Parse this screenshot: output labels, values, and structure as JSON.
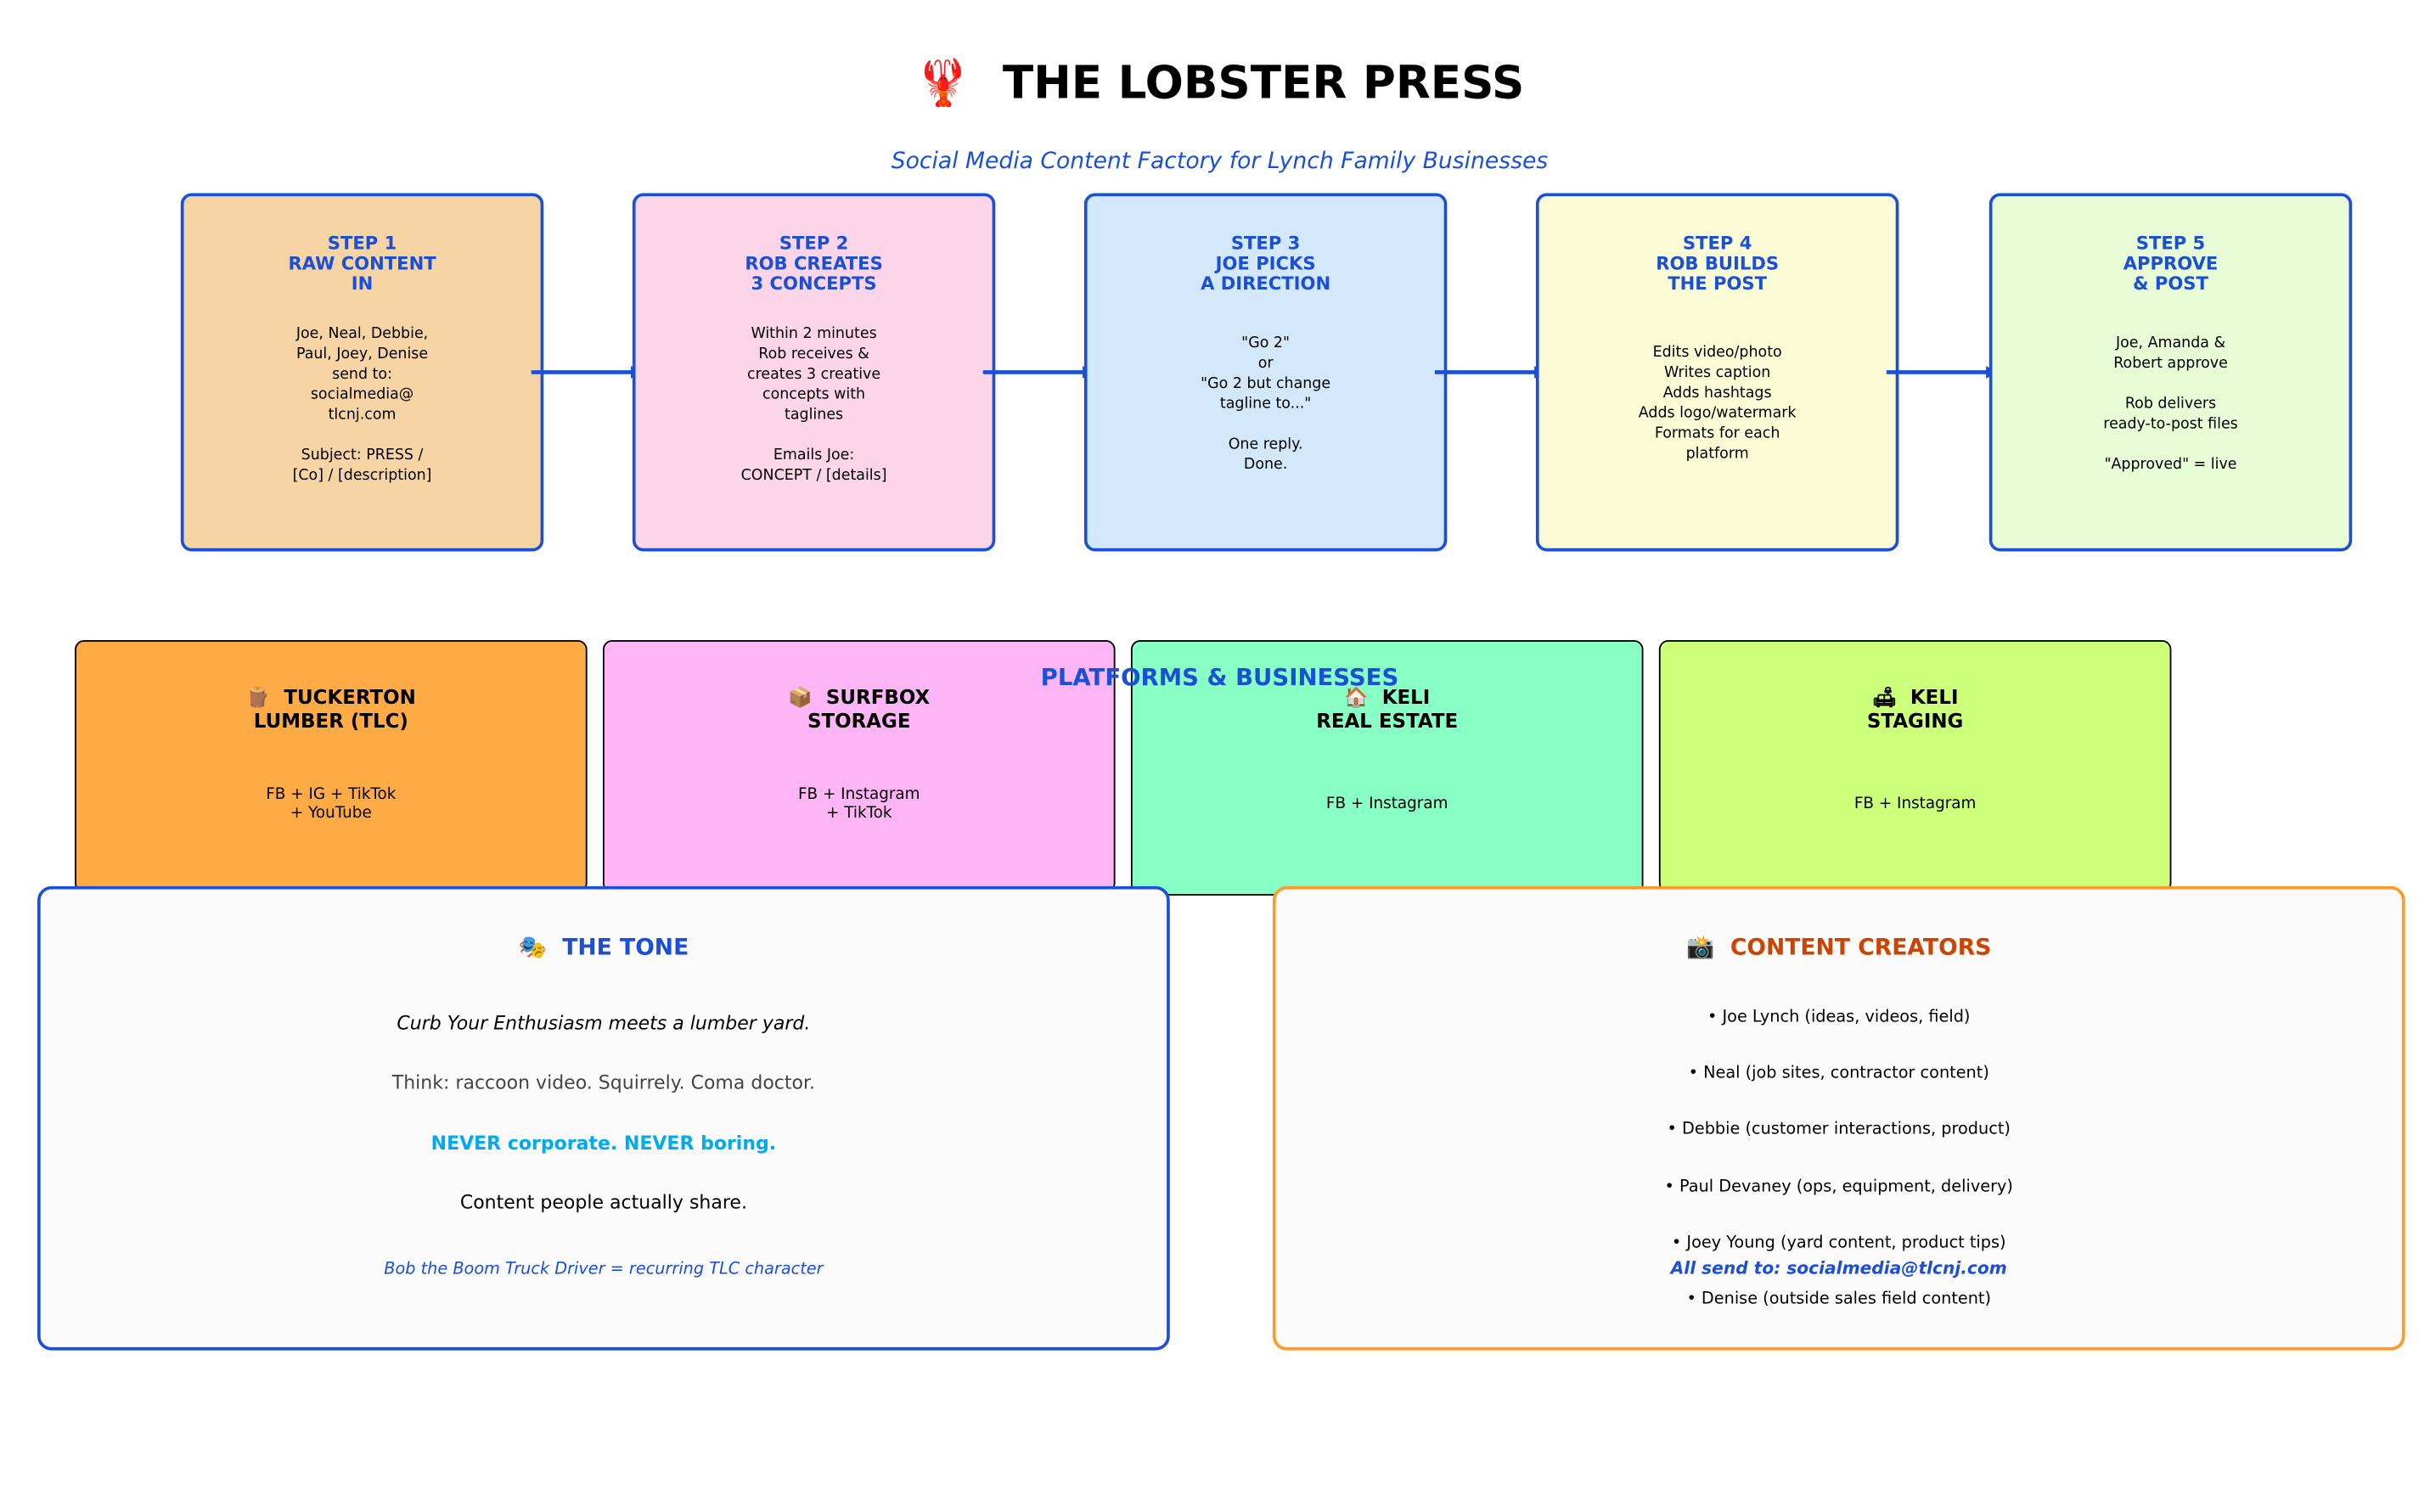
{
  "header": {
    "icon": "🦞",
    "title": "THE LOBSTER PRESS",
    "subtitle": "Social Media Content Factory for Lynch Family Businesses"
  },
  "colors": {
    "accent": "#1a4fd6",
    "orange": "#ff9a2a",
    "cyan": "#00aaee",
    "creators_title": "#cc4400"
  },
  "steps": [
    {
      "title": "STEP 1\nRAW CONTENT\nIN",
      "body": "Joe, Neal, Debbie,\nPaul, Joey, Denise\nsend to:\nsocialmedia@\ntlcnj.com\n\nSubject: PRESS /\n[Co] / [description]",
      "color": "#f7d4a3"
    },
    {
      "title": "STEP 2\nROB CREATES\n3 CONCEPTS",
      "body": "Within 2 minutes\nRob receives &\ncreates 3 creative\nconcepts with\ntaglines\n\nEmails Joe:\nCONCEPT / [details]",
      "color": "#fcd5e8"
    },
    {
      "title": "STEP 3\nJOE PICKS\nA DIRECTION",
      "body": "\"Go 2\"\nor\n\"Go 2 but change\ntagline to...\"\n\nOne reply.\nDone.",
      "color": "#d4e8fc"
    },
    {
      "title": "STEP 4\nROB BUILDS\nTHE POST",
      "body": "Edits video/photo\nWrites caption\nAdds hashtags\nAdds logo/watermark\nFormats for each\nplatform",
      "color": "#fbfcd6"
    },
    {
      "title": "STEP 5\nAPPROVE\n& POST",
      "body": "Joe, Amanda &\nRobert approve\n\nRob delivers\nready-to-post files\n\n\"Approved\" = live",
      "color": "#e8fcd6"
    }
  ],
  "platforms": {
    "header": "PLATFORMS & BUSINESSES",
    "items": [
      {
        "icon": "🪵",
        "title": "TUCKERTON\nLUMBER (TLC)",
        "body": "FB + IG + TikTok\n+ YouTube",
        "color": "#ffab45"
      },
      {
        "icon": "📦",
        "title": "SURFBOX\nSTORAGE",
        "body": "FB + Instagram\n+ TikTok",
        "color": "#fdb5f5"
      },
      {
        "icon": "🏠",
        "title": "KELI\nREAL ESTATE",
        "body": "FB + Instagram",
        "color": "#88ffc4"
      },
      {
        "icon": "🛋",
        "title": "KELI\nSTAGING",
        "body": "FB + Instagram",
        "color": "#ccff7a"
      }
    ]
  },
  "tone": {
    "icon": "🎭",
    "title": "THE TONE",
    "lines": [
      "Curb Your Enthusiasm meets a lumber yard.",
      "Think: raccoon video. Squirrely. Coma doctor.",
      "NEVER corporate. NEVER boring.",
      "Content people actually share.",
      "Bob the Boom Truck Driver = recurring TLC character"
    ]
  },
  "creators": {
    "icon": "📸",
    "title": "CONTENT CREATORS",
    "items": [
      "•  Joe Lynch (ideas, videos, field)",
      "•  Neal (job sites, contractor content)",
      "•  Debbie (customer interactions, product)",
      "•  Paul Devaney (ops, equipment, delivery)",
      "•  Joey Young (yard content, product tips)",
      "•  Denise (outside sales field content)"
    ],
    "send_to": "All send to: socialmedia@tlcnj.com"
  }
}
